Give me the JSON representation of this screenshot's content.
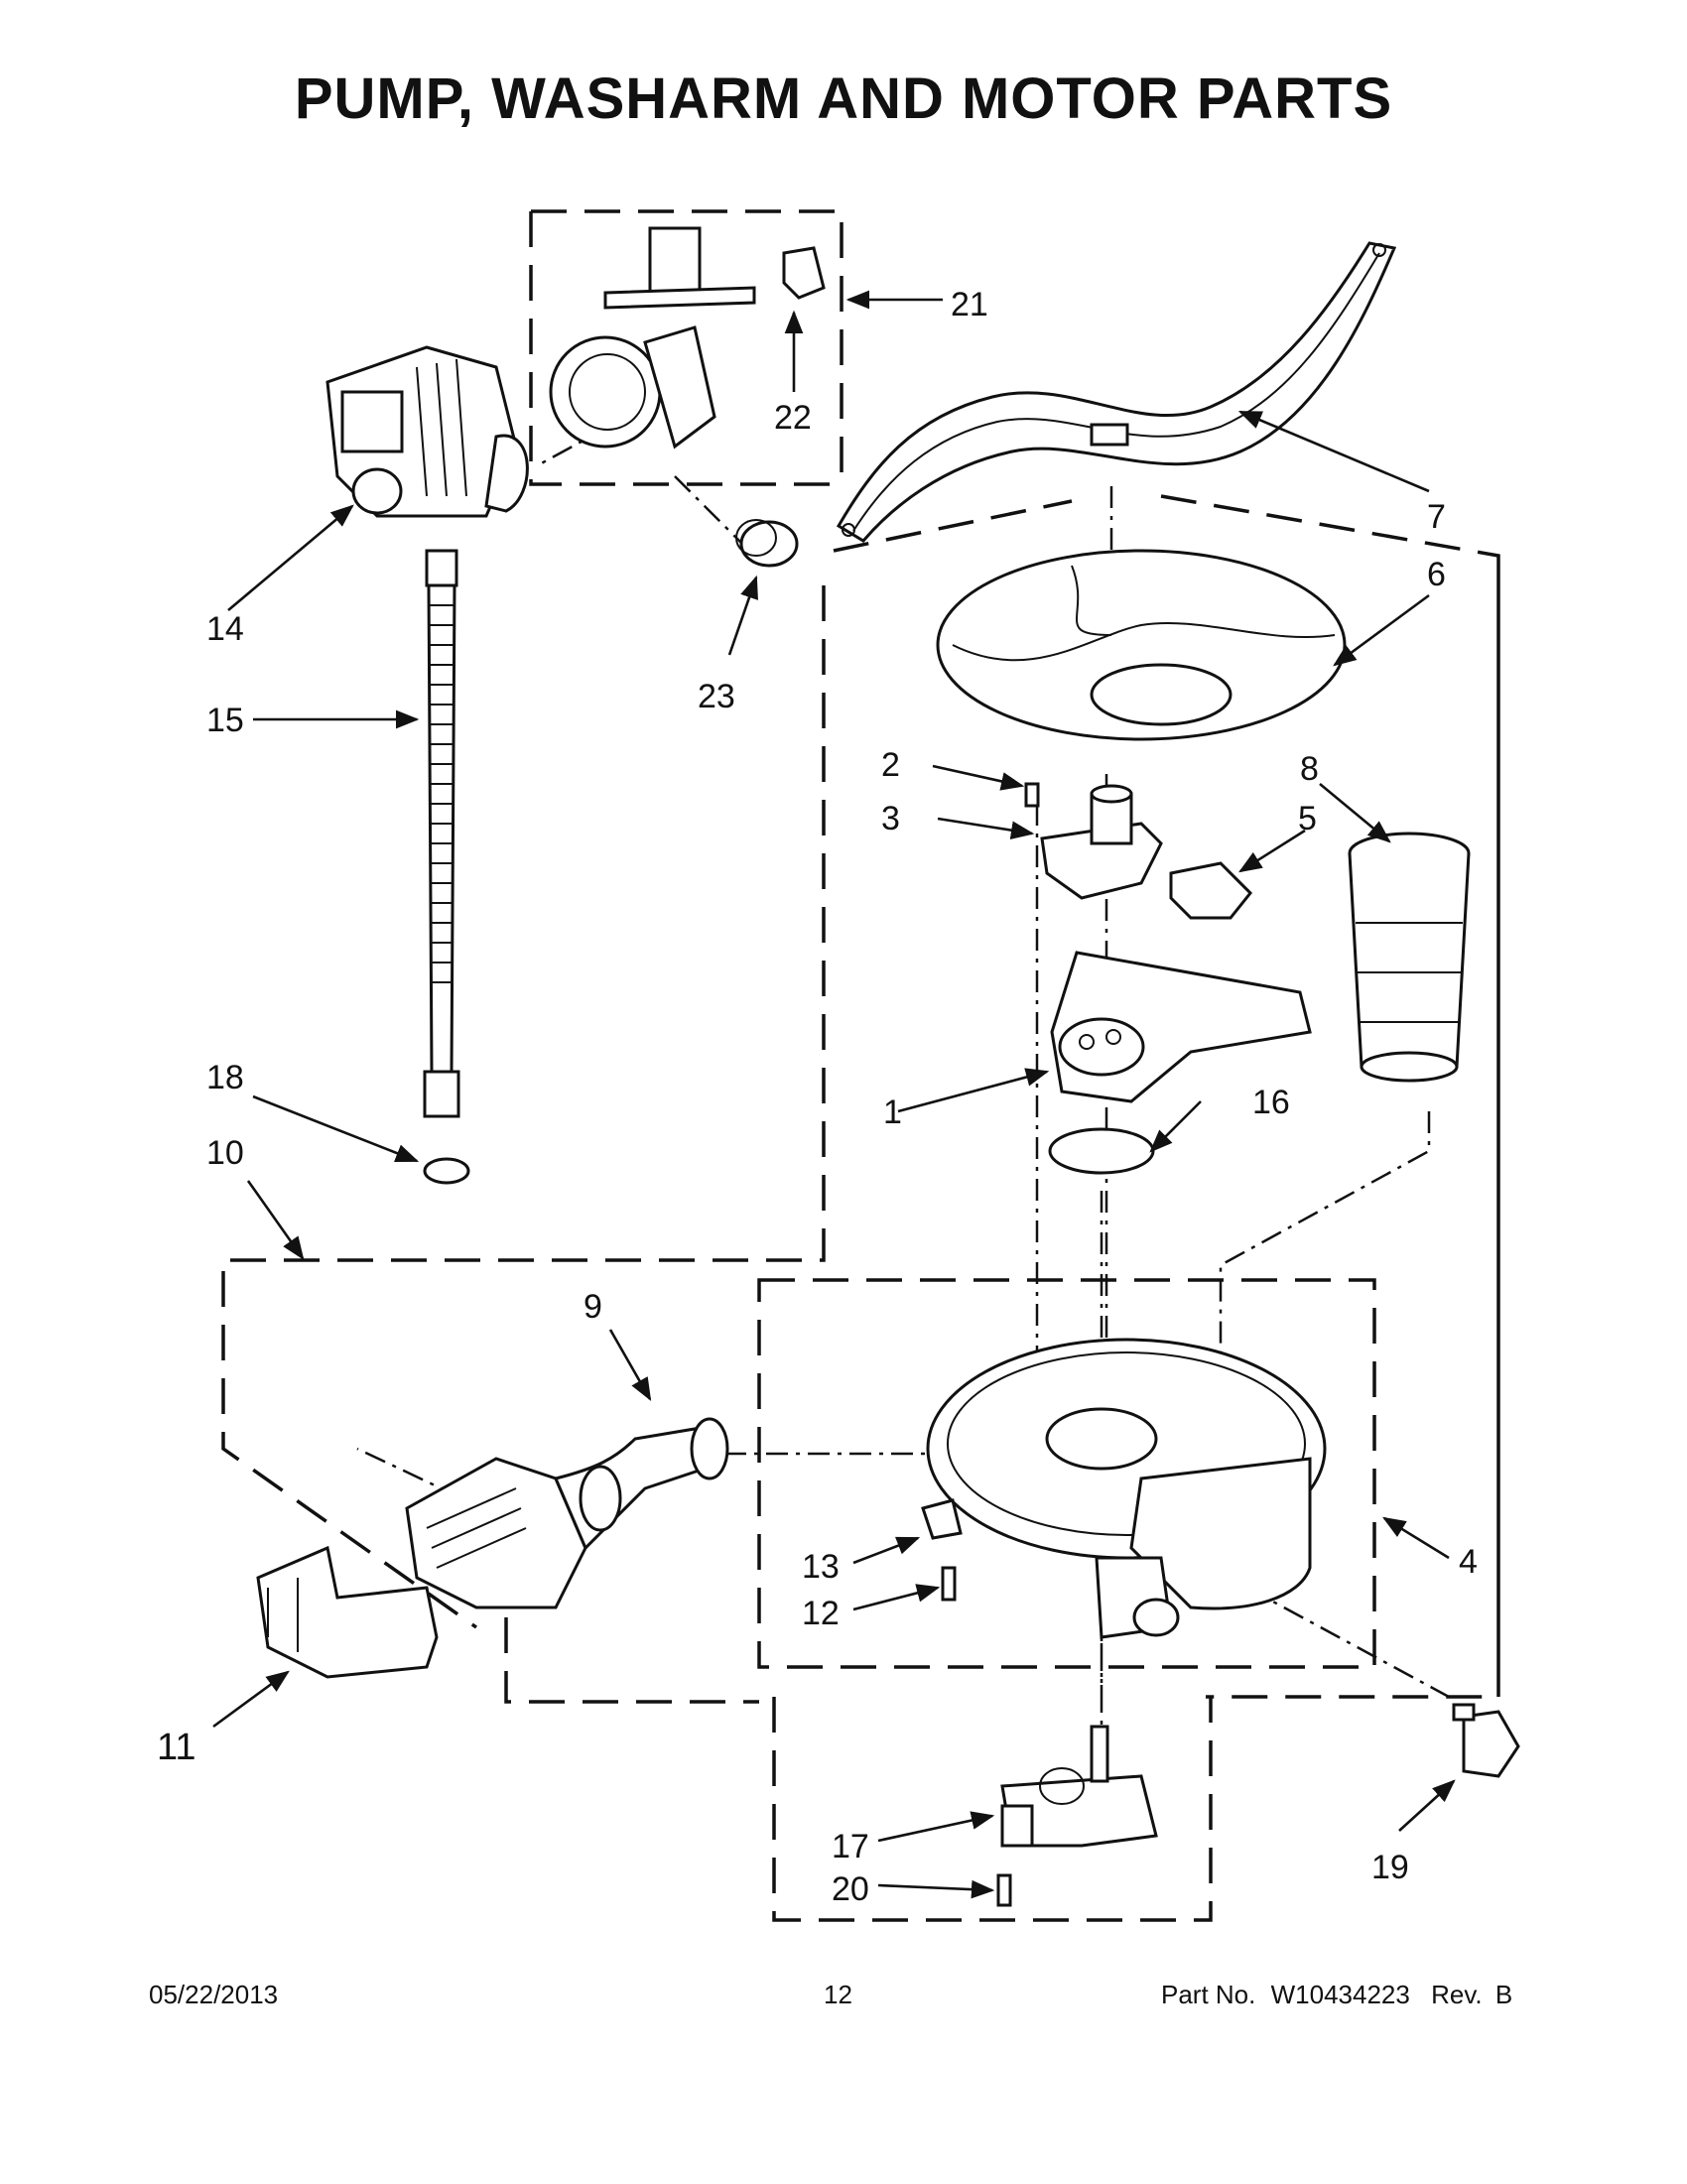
{
  "title": "PUMP, WASHARM AND MOTOR PARTS",
  "callouts": [
    "1",
    "2",
    "3",
    "4",
    "5",
    "6",
    "7",
    "8",
    "9",
    "10",
    "11",
    "12",
    "13",
    "14",
    "15",
    "16",
    "17",
    "18",
    "19",
    "20",
    "21",
    "22",
    "23"
  ],
  "footer": {
    "date": "05/22/2013",
    "page": "12",
    "part_label": "Part No.",
    "part_number": "W10434223",
    "rev_label": "Rev.",
    "rev": "B"
  }
}
